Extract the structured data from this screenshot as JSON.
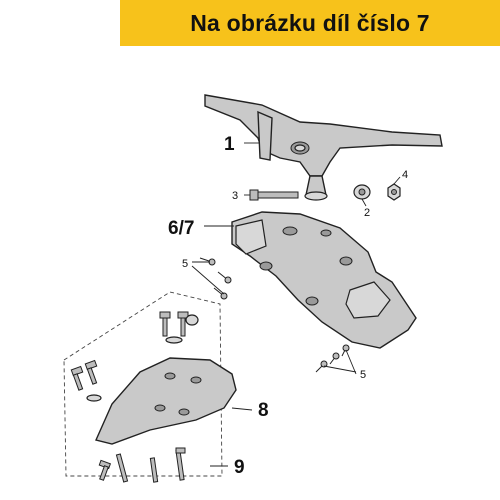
{
  "banner": {
    "text": "Na obrázku díl číslo 7"
  },
  "labels": {
    "p1": "1",
    "p2": "2",
    "p3": "3",
    "p4": "4",
    "p5a": "5",
    "p5b": "5",
    "p67": "6/7",
    "p8": "8",
    "p9": "9"
  },
  "colors": {
    "banner": "#f7c21b",
    "part_fill": "#c9c9c9",
    "outline": "#222222"
  }
}
